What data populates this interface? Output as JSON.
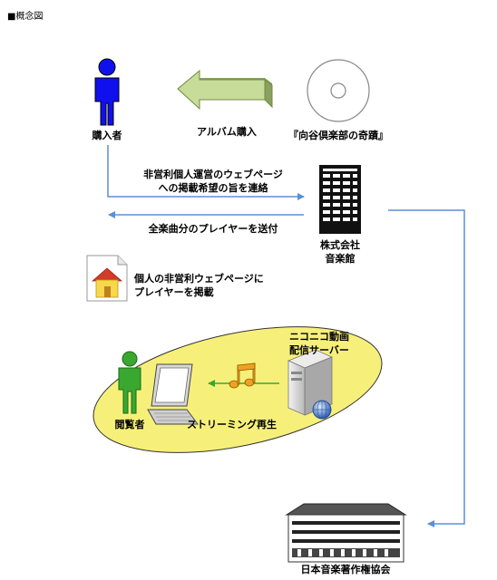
{
  "heading": "■概念図",
  "nodes": {
    "purchaser": "購入者",
    "album_arrow": "アルバム購入",
    "album_title": "『向谷倶楽部の奇蹟』",
    "company_line1": "株式会社",
    "company_line2": "音楽館",
    "personal_page_line1": "個人の非営利ウェブページに",
    "personal_page_line2": "プレイヤーを掲載",
    "niconico_line1": "ニコニコ動画",
    "niconico_line2": "配信サーバー",
    "viewer": "閲覧者",
    "streaming": "ストリーミング再生",
    "jasrac": "日本音楽著作権協会"
  },
  "edges": {
    "contact_line1": "非営利個人運営のウェブページ",
    "contact_line2": "への掲載希望の旨を連絡",
    "send_player": "全楽曲分のプレイヤーを送付"
  },
  "colors": {
    "person_blue": "#1010ee",
    "person_green": "#3aa830",
    "arrow_green": "#c8dc9a",
    "connector_blue": "#5b8fd6",
    "ellipse_yellow": "#f6f07a",
    "house_yellow": "#f7d84a"
  },
  "icons": [
    "person-icon",
    "cd-disc-icon",
    "office-building-icon",
    "document-house-icon",
    "laptop-icon",
    "music-note-icon",
    "server-icon",
    "globe-icon",
    "jasrac-building-icon"
  ]
}
